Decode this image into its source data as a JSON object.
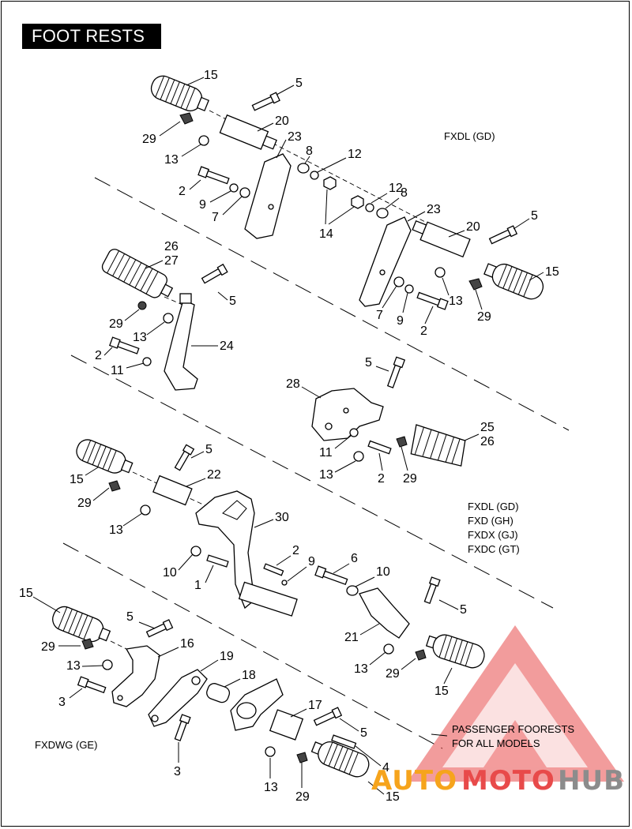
{
  "title": "FOOT RESTS",
  "models": {
    "top": "FXDL (GD)",
    "mid": [
      "FXDL (GD)",
      "FXD (GH)",
      "FXDX (GJ)",
      "FXDC (GT)"
    ],
    "bottom": "FXDWG (GE)"
  },
  "note": [
    "PASSENGER FOORESTS",
    "FOR ALL MODELS"
  ],
  "watermark": {
    "word1": "AUTO",
    "word2": "MOTO",
    "word3": "HUB",
    "color_orange": "#f6a41c",
    "color_red": "#e84a4a",
    "color_gray": "#8c8c8c"
  },
  "callouts": {
    "s1_15": "15",
    "s1_5": "5",
    "s1_29": "29",
    "s1_20": "20",
    "s1_13": "13",
    "s1_23": "23",
    "s1_8": "8",
    "s1_12": "12",
    "s1_2": "2",
    "s1_9": "9",
    "s1_7": "7",
    "s1_14": "14",
    "s1_12b": "12",
    "s1_8b": "8",
    "s1_23b": "23",
    "s1_5b": "5",
    "s1_20b": "20",
    "s1_15b": "15",
    "s1_13b": "13",
    "s1_29b": "29",
    "s1_7b": "7",
    "s1_9b": "9",
    "s1_2b": "2",
    "s2_26": "26",
    "s2_27": "27",
    "s2_5": "5",
    "s2_29": "29",
    "s2_13": "13",
    "s2_24": "24",
    "s2_2": "2",
    "s2_11": "11",
    "s2_5b": "5",
    "s2_28": "28",
    "s2_25": "25",
    "s2_26b": "26",
    "s2_11b": "11",
    "s2_13b": "13",
    "s2_2b": "2",
    "s2_29b": "29",
    "s3_5": "5",
    "s3_15": "15",
    "s3_22": "22",
    "s3_29": "29",
    "s3_13": "13",
    "s3_30": "30",
    "s3_2": "2",
    "s3_9": "9",
    "s3_10": "10",
    "s3_1": "1",
    "s3_6": "6",
    "s3_10b": "10",
    "s3_5b": "5",
    "s3_21": "21",
    "s3_13b": "13",
    "s3_29b": "29",
    "s3_15b": "15",
    "s4_15": "15",
    "s4_5": "5",
    "s4_16": "16",
    "s4_29": "29",
    "s4_13": "13",
    "s4_19": "19",
    "s4_18": "18",
    "s4_3": "3",
    "s4_17": "17",
    "s4_5b": "5",
    "s4_3b": "3",
    "s4_4": "4",
    "s4_13b": "13",
    "s4_29b": "29",
    "s4_15b": "15"
  }
}
